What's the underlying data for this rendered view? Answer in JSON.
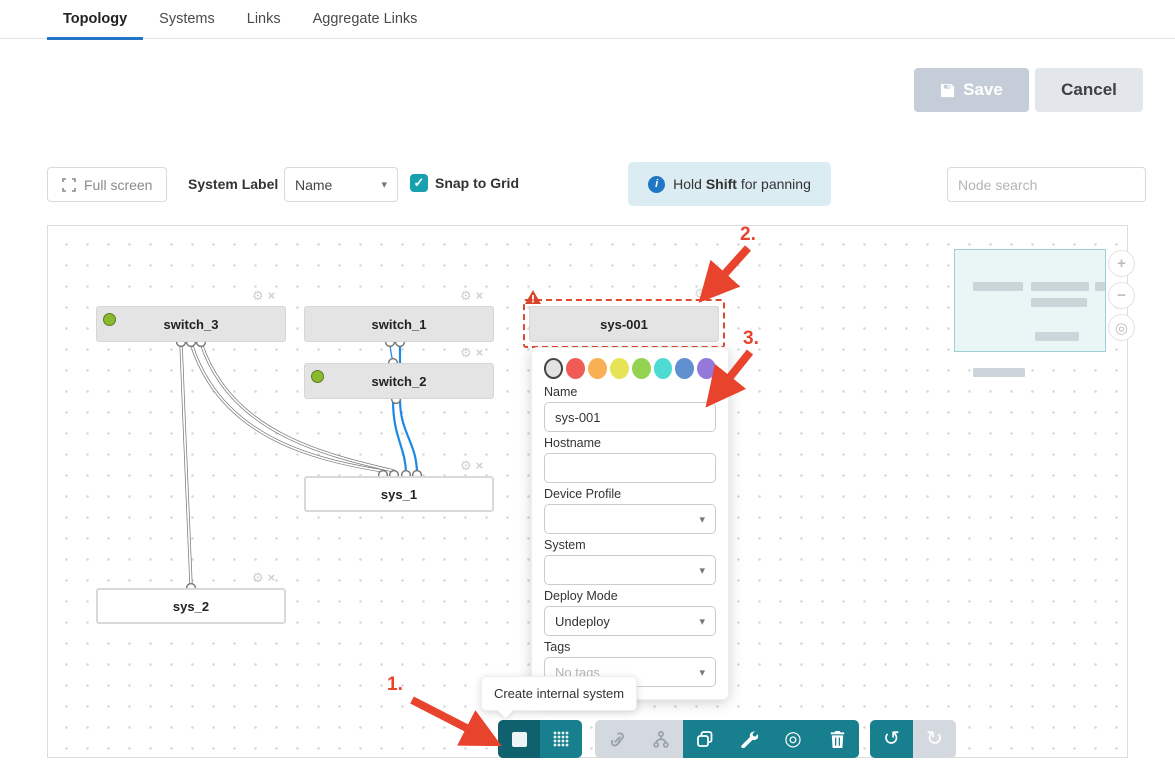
{
  "tabs": [
    {
      "label": "Topology",
      "active": true
    },
    {
      "label": "Systems",
      "active": false
    },
    {
      "label": "Links",
      "active": false
    },
    {
      "label": "Aggregate Links",
      "active": false
    }
  ],
  "actions": {
    "save": "Save",
    "cancel": "Cancel"
  },
  "toolbar": {
    "fullscreen": "Full screen",
    "system_label": "System Label",
    "system_label_value": "Name",
    "snap_to_grid": "Snap to Grid",
    "panning_pre": "Hold",
    "panning_key": "Shift",
    "panning_post": "for panning",
    "search_placeholder": "Node search"
  },
  "nodes": [
    {
      "label": "switch_3",
      "type": "internal",
      "status_dot": true
    },
    {
      "label": "switch_1",
      "type": "internal",
      "status_dot": false
    },
    {
      "label": "switch_2",
      "type": "internal",
      "status_dot": true
    },
    {
      "label": "sys_1",
      "type": "external",
      "status_dot": false
    },
    {
      "label": "sys_2",
      "type": "external",
      "status_dot": false
    },
    {
      "label": "sys-001",
      "type": "internal-new",
      "status_dot": false,
      "selected": true,
      "warning": true
    }
  ],
  "popup": {
    "swatches": [
      "#e2e2e2",
      "#f05b56",
      "#f9b054",
      "#e6e356",
      "#94d352",
      "#4edcd2",
      "#6090d0",
      "#9478da"
    ],
    "name_label": "Name",
    "name_value": "sys-001",
    "hostname_label": "Hostname",
    "hostname_value": "",
    "device_profile_label": "Device Profile",
    "device_profile_value": "",
    "system_label": "System",
    "system_value": "",
    "deploy_mode_label": "Deploy Mode",
    "deploy_mode_value": "Undeploy",
    "tags_label": "Tags",
    "tags_placeholder": "No tags",
    "caret": "▾"
  },
  "tooltip": {
    "text": "Create internal system"
  },
  "annotations": {
    "step1": "1.",
    "step2": "2.",
    "step3": "3."
  },
  "bottom_toolbar": {
    "undo_glyph": "↺",
    "redo_glyph": "↻",
    "target_glyph": "◎"
  },
  "minimap": {
    "zoom_in": "+",
    "zoom_out": "−"
  },
  "glyphs": {
    "check": "✓",
    "gear": "⚙",
    "close": "×",
    "warning": "!"
  },
  "colors": {
    "accent_teal": "#177f8d",
    "accent_teal_dark": "#10616e",
    "checkbox_teal": "#17a0ae",
    "tab_underline": "#2376c7",
    "annotation_red": "#e8432d",
    "selection_red": "#e0492f",
    "link_blue": "#1e88e5",
    "link_gray": "#7a7a7a",
    "node_gray": "#e4e4e4",
    "info_bg": "#dcecf3",
    "status_green": "#8ab92d"
  }
}
